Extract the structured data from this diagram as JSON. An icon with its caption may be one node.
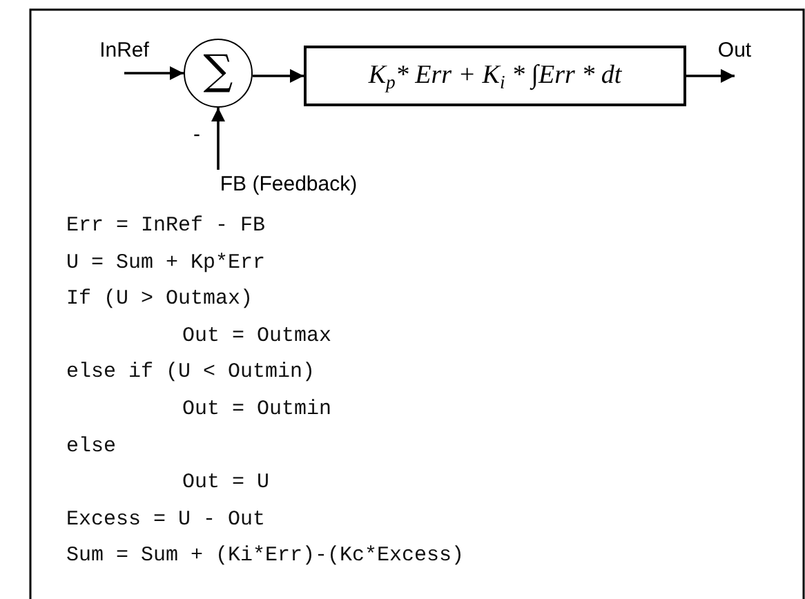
{
  "diagram": {
    "nodes": [
      {
        "text": [
          "InRef"
        ]
      },
      {
        "text": [
          "∑"
        ]
      },
      {
        "text": [
          "K$_{p}$* Err + K$_{i}$ * ∫Err * dt"
        ]
      },
      {
        "text": [
          "Out"
        ]
      },
      {
        "text": [
          "FB (Feedback)"
        ]
      }
    ],
    "edges": [
      {
        "from": 0,
        "to": 1,
        "arrow": "to"
      },
      {
        "from": 1,
        "to": 2,
        "arrow": "to"
      },
      {
        "from": 2,
        "to": 3,
        "arrow": "to"
      },
      {
        "from": 4,
        "to": 1,
        "arrow": "to",
        "label": "-"
      }
    ],
    "labels": [
      "Err = InRef - FB",
      "U = Sum + Kp*Err",
      "If (U > Outmax)",
      "Out = Outmax",
      "else if (U < Outmin)",
      "Out = Outmin",
      "else",
      "Out = U",
      "Excess = U - Out",
      "Sum = Sum + (Ki*Err)-(Kc*Excess)"
    ]
  }
}
